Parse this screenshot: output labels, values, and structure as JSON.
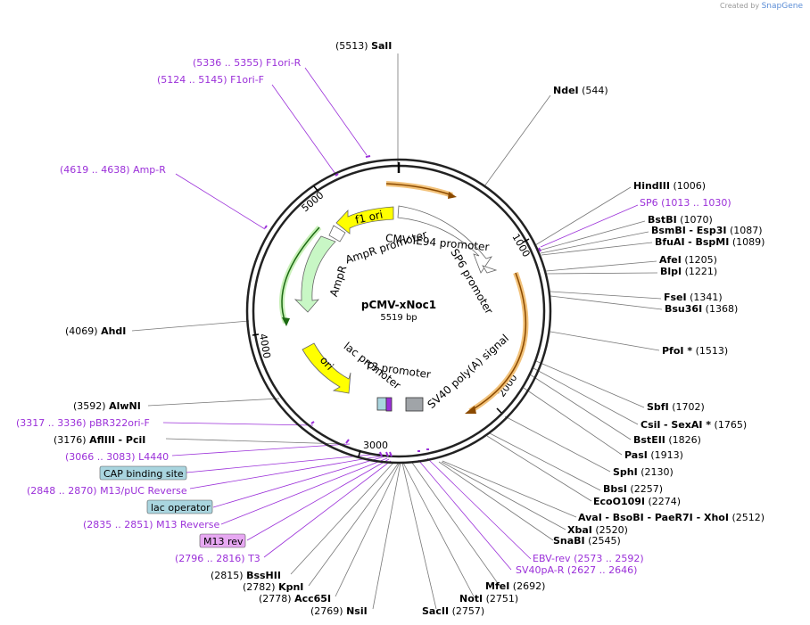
{
  "credit": {
    "prefix": "Created by",
    "brand": "SnapGene"
  },
  "plasmid": {
    "name": "pCMV-xNoc1",
    "length_label": "5519 bp"
  },
  "ticks": [
    "1000",
    "2000",
    "3000",
    "4000",
    "5000"
  ],
  "features": {
    "ampr_promoter": "AmpR promoter",
    "cmv": "CMV IE94 promoter",
    "sp6": "SP6 promoter",
    "ampr": "AmpR",
    "f1ori": "f1 ori",
    "ori": "ori",
    "lac_promoter": "lac promoter",
    "t3_promoter": "T3 promoter",
    "sv40": "SV40 poly(A) signal"
  },
  "sites": [
    {
      "name": "SalI",
      "pos": "(5513)"
    },
    {
      "name": "NdeI",
      "pos": "(544)"
    },
    {
      "name": "HindIII",
      "pos": "(1006)"
    },
    {
      "name": "BstBI",
      "pos": "(1070)"
    },
    {
      "name": "BsmBI",
      "extra": "- Esp3I",
      "pos": "(1087)"
    },
    {
      "name": "BfuAI",
      "extra": "- BspMI",
      "pos": "(1089)"
    },
    {
      "name": "AfeI",
      "pos": "(1205)"
    },
    {
      "name": "BlpI",
      "pos": "(1221)"
    },
    {
      "name": "FseI",
      "pos": "(1341)"
    },
    {
      "name": "Bsu36I",
      "pos": "(1368)"
    },
    {
      "name": "PfoI *",
      "pos": "(1513)"
    },
    {
      "name": "SbfI",
      "pos": "(1702)"
    },
    {
      "name": "CsiI",
      "extra": "- SexAI *",
      "pos": "(1765)"
    },
    {
      "name": "BstEII",
      "pos": "(1826)"
    },
    {
      "name": "PasI",
      "pos": "(1913)"
    },
    {
      "name": "SphI",
      "pos": "(2130)"
    },
    {
      "name": "BbsI",
      "pos": "(2257)"
    },
    {
      "name": "EcoO109I",
      "pos": "(2274)"
    },
    {
      "name": "AvaI",
      "extra": "- BsoBI   - PaeR7I   - XhoI",
      "pos": "(2512)"
    },
    {
      "name": "XbaI",
      "pos": "(2520)"
    },
    {
      "name": "SnaBI",
      "pos": "(2545)"
    },
    {
      "name": "MfeI",
      "pos": "(2692)"
    },
    {
      "name": "NotI",
      "pos": "(2751)"
    },
    {
      "name": "SacII",
      "pos": "(2757)"
    },
    {
      "name": "NsiI",
      "pos": "(2769)"
    },
    {
      "name": "Acc65I",
      "pos": "(2778)"
    },
    {
      "name": "KpnI",
      "pos": "(2782)"
    },
    {
      "name": "BssHII",
      "pos": "(2815)"
    },
    {
      "name": "AflIII",
      "extra": "- PciI",
      "pos": "(3176)"
    },
    {
      "name": "AlwNI",
      "pos": "(3592)"
    },
    {
      "name": "AhdI",
      "pos": "(4069)"
    }
  ],
  "primers": [
    {
      "name": "F1ori-R",
      "pos": "(5336 .. 5355)"
    },
    {
      "name": "F1ori-F",
      "pos": "(5124 .. 5145)"
    },
    {
      "name": "Amp-R",
      "pos": "(4619 .. 4638)"
    },
    {
      "name": "SP6",
      "pos": "(1013 .. 1030)"
    },
    {
      "name": "EBV-rev",
      "pos": "(2573 .. 2592)"
    },
    {
      "name": "SV40pA-R",
      "pos": "(2627 .. 2646)"
    },
    {
      "name": "T3",
      "pos": "(2796 .. 2816)"
    },
    {
      "name": "M13 Reverse",
      "pos": "(2835 .. 2851)"
    },
    {
      "name": "M13/pUC Reverse",
      "pos": "(2848 .. 2870)"
    },
    {
      "name": "L4440",
      "pos": "(3066 .. 3083)"
    },
    {
      "name": "pBR322ori-F",
      "pos": "(3317 .. 3336)"
    }
  ],
  "boxes": [
    {
      "label": "CAP binding site",
      "color": "#a9d5df"
    },
    {
      "label": "lac operator",
      "color": "#a9d5df"
    },
    {
      "label": "M13 rev",
      "color": "#e7a8f2"
    }
  ]
}
